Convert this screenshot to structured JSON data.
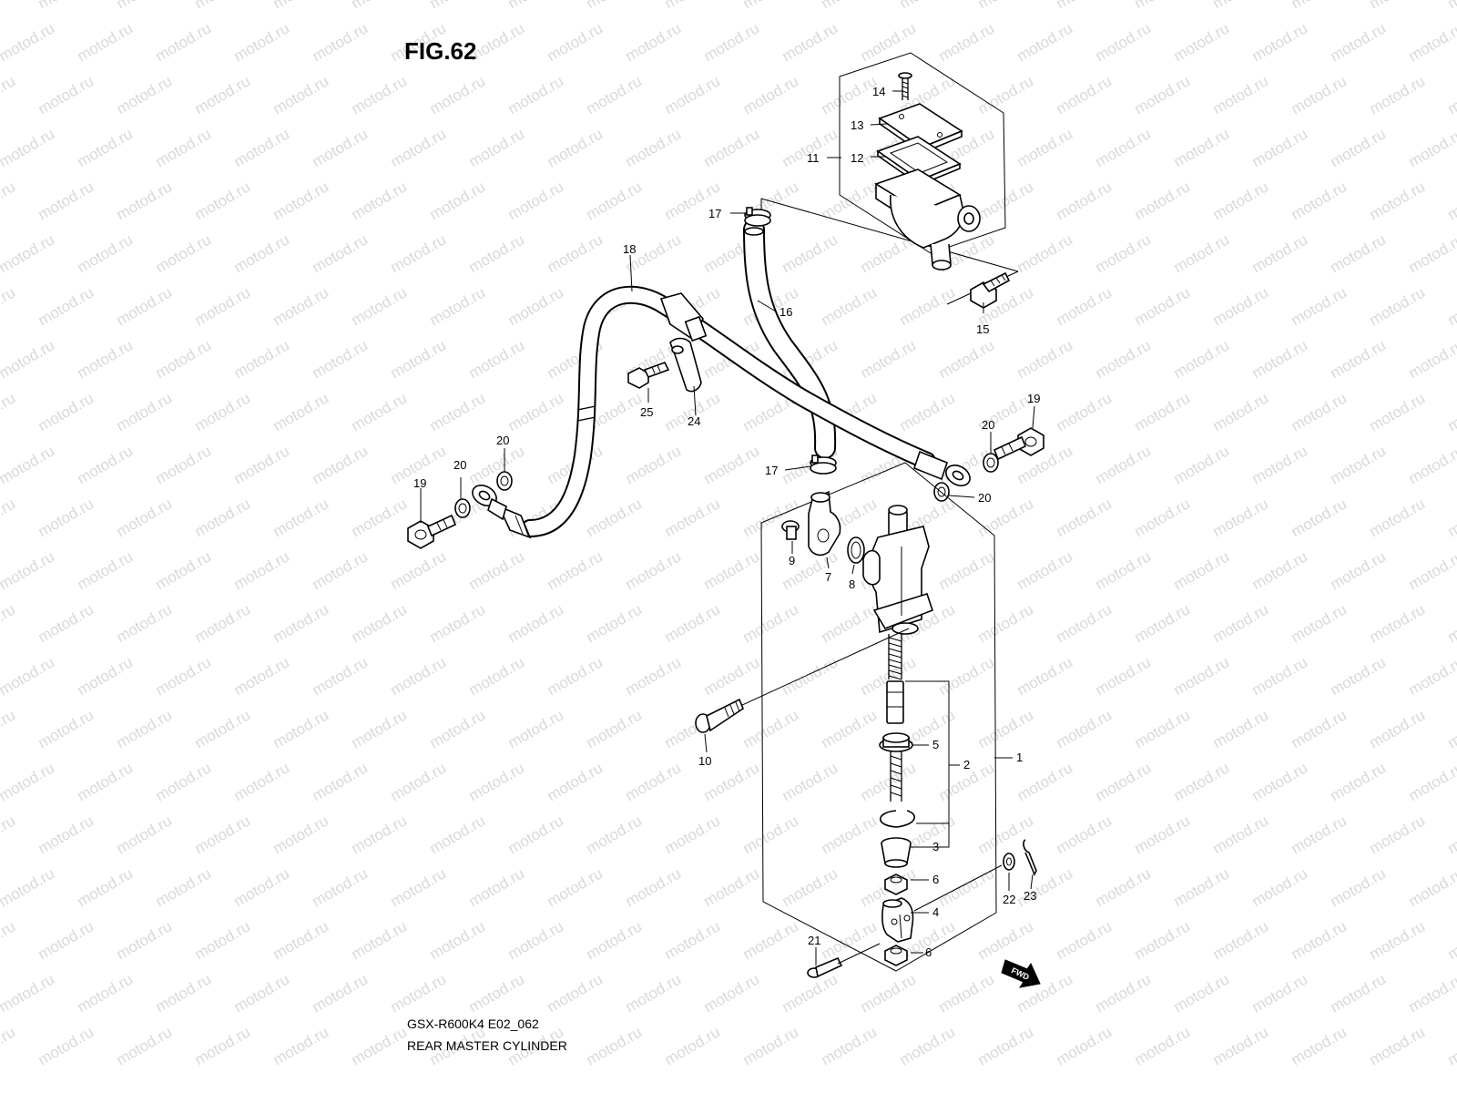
{
  "figure_label": "FIG.62",
  "footer": {
    "model_code": "GSX-R600K4 E02_062",
    "caption": "REAR MASTER CYLINDER"
  },
  "watermark_text": "motod.ru",
  "fwd_arrow_text": "FWD",
  "callouts": {
    "c1": "1",
    "c2": "2",
    "c3": "3",
    "c4": "4",
    "c5": "5",
    "c6a": "6",
    "c6b": "6",
    "c7": "7",
    "c8": "8",
    "c9": "9",
    "c10": "10",
    "c11": "11",
    "c12": "12",
    "c13": "13",
    "c14": "14",
    "c15": "15",
    "c16": "16",
    "c17a": "17",
    "c17b": "17",
    "c18": "18",
    "c19a": "19",
    "c19b": "19",
    "c20a": "20",
    "c20b": "20",
    "c20c": "20",
    "c20d": "20",
    "c21": "21",
    "c22": "22",
    "c23": "23",
    "c24": "24",
    "c25": "25"
  }
}
